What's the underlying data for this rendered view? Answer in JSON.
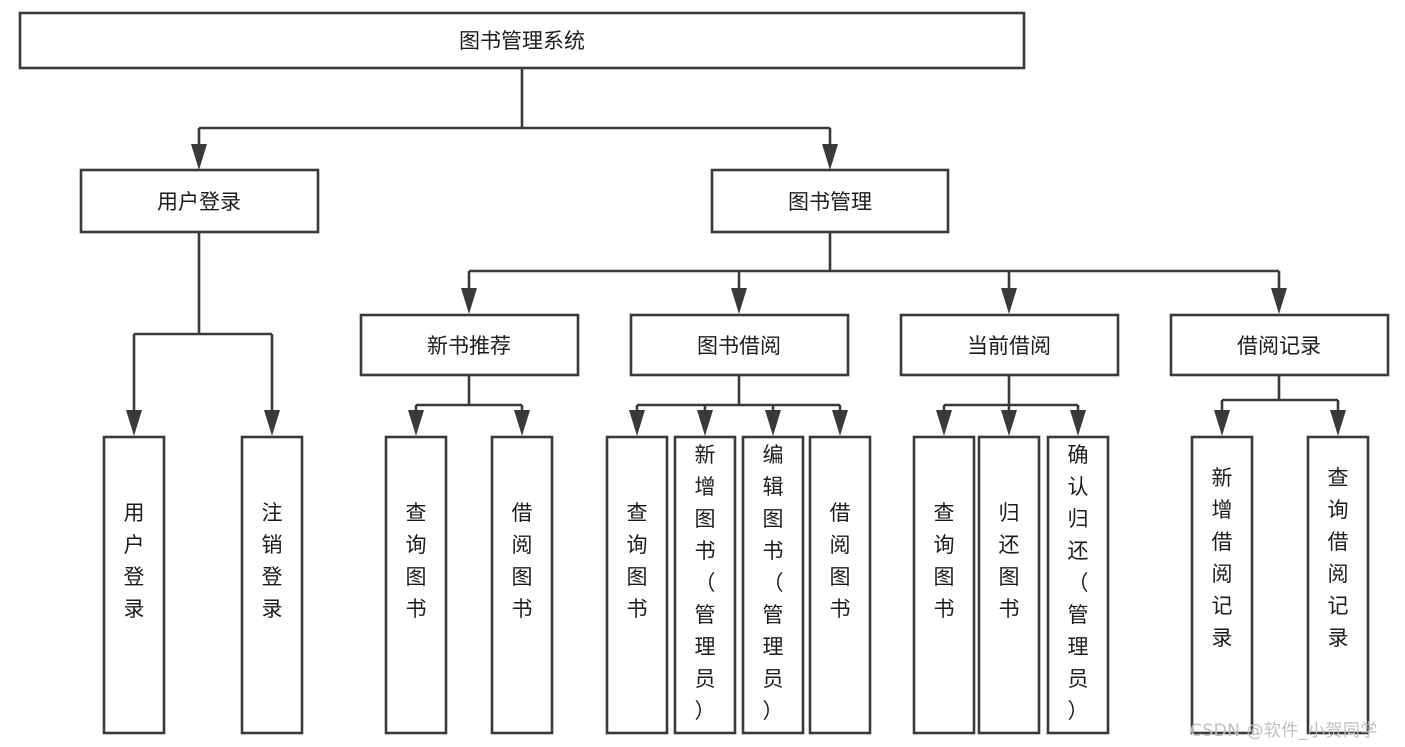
{
  "diagram": {
    "title": "图书管理系统",
    "type": "tree-hierarchy-diagram",
    "root": {
      "label": "图书管理系统"
    },
    "level1": [
      {
        "label": "用户登录"
      },
      {
        "label": "图书管理"
      }
    ],
    "level2": [
      {
        "label": "新书推荐",
        "parent": "图书管理"
      },
      {
        "label": "图书借阅",
        "parent": "图书管理"
      },
      {
        "label": "当前借阅",
        "parent": "图书管理"
      },
      {
        "label": "借阅记录",
        "parent": "图书管理"
      }
    ],
    "leaves": {
      "user_login": [
        "用户登录",
        "注销登录"
      ],
      "new_book_recommend": [
        "查询图书",
        "借阅图书"
      ],
      "book_borrow": [
        "查询图书",
        "新增图书（管理员）",
        "编辑图书（管理员）",
        "借阅图书"
      ],
      "current_borrow": [
        "查询图书",
        "归还图书",
        "确认归还（管理员）"
      ],
      "borrow_record": [
        "新增借阅记录",
        "查询借阅记录"
      ]
    }
  },
  "watermark": {
    "text": "CSDN @软件_小贺同学"
  },
  "colors": {
    "stroke": "#3a3a3a",
    "box_fill": "#ffffff",
    "text": "#1c1c1c",
    "watermark": "#bfbfbf",
    "background": "#ffffff"
  }
}
